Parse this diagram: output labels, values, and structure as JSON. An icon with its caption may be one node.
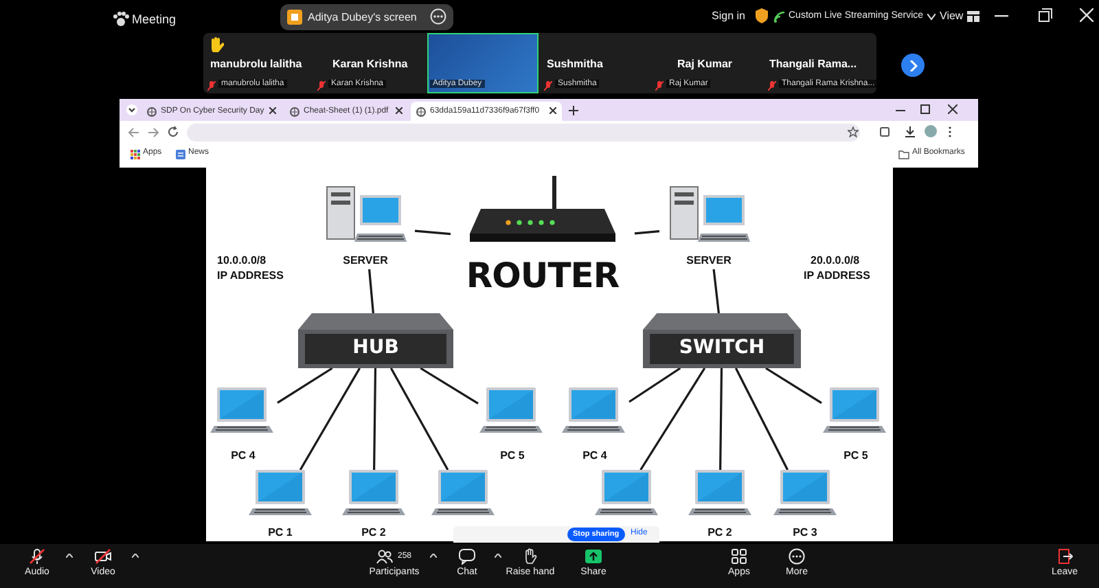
{
  "diagram": {
    "nodes": [
      {
        "text": [
          "SERVER"
        ]
      },
      {
        "text": [
          "ROUTER"
        ]
      },
      {
        "text": [
          "SERVER"
        ]
      },
      {
        "text": [
          "HUB"
        ]
      },
      {
        "text": [
          "SWITCH"
        ]
      },
      {
        "text": [
          "PC 4"
        ]
      },
      {
        "text": [
          "PC 5"
        ]
      },
      {
        "text": [
          "PC 4"
        ]
      },
      {
        "text": [
          "PC 5"
        ]
      },
      {
        "text": [
          "PC 1"
        ]
      },
      {
        "text": [
          "PC 2"
        ]
      },
      {
        "text": [],
        "shape": "picture"
      },
      {
        "text": [],
        "shape": "picture"
      },
      {
        "text": [
          "PC 2"
        ]
      },
      {
        "text": [
          "PC 3"
        ]
      }
    ],
    "edges": [
      {
        "from": 0,
        "to": 1,
        "arrow": "none"
      },
      {
        "from": 1,
        "to": 2,
        "arrow": "none"
      },
      {
        "from": 0,
        "to": 3,
        "arrow": "none"
      },
      {
        "from": 2,
        "to": 4,
        "arrow": "none"
      },
      {
        "from": 3,
        "to": 5,
        "arrow": "none"
      },
      {
        "from": 3,
        "to": 9,
        "arrow": "none"
      },
      {
        "from": 3,
        "to": 10,
        "arrow": "none"
      },
      {
        "from": 3,
        "to": 11,
        "arrow": "none"
      },
      {
        "from": 3,
        "to": 6,
        "arrow": "none"
      },
      {
        "from": 4,
        "to": 7,
        "arrow": "none"
      },
      {
        "from": 4,
        "to": 12,
        "arrow": "none"
      },
      {
        "from": 4,
        "to": 13,
        "arrow": "none"
      },
      {
        "from": 4,
        "to": 14,
        "arrow": "none"
      },
      {
        "from": 4,
        "to": 8,
        "arrow": "none"
      }
    ],
    "labels": [
      "Meeting",
      "Aditya Dubey's screen",
      "Sign in",
      "Custom Live Streaming Service",
      "View",
      "manubrolu lalitha",
      "Karan Krishna",
      "Sushmitha",
      "Raj Kumar",
      "Thangali Rama...",
      "manubrolu lalitha",
      "Karan Krishna",
      "Aditya Dubey",
      "Sushmitha",
      "Raj Kumar",
      "Thangali Rama Krishna...",
      "SDP On Cyber Security Day",
      "Cheat-Sheet (1) (1).pdf",
      "63dda159a11d7336f9a67f3ff0",
      "Apps",
      "News",
      "All Bookmarks",
      "10.0.0.0/8",
      "IP ADDRESS",
      "20.0.0.0/8",
      "IP ADDRESS",
      "Stop sharing",
      "Hide",
      "Audio",
      "Video",
      "258",
      "Participants",
      "Chat",
      "Raise hand",
      "Share",
      "Apps",
      "More",
      "Leave"
    ]
  }
}
